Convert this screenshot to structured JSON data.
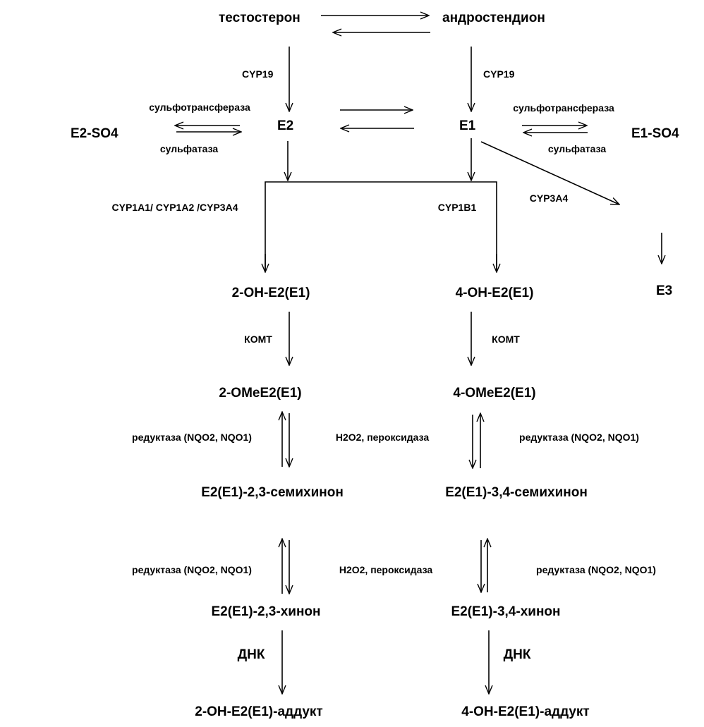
{
  "compounds": {
    "testosterone": "тестостерон",
    "androstenedione": "андростендион",
    "e2": "E2",
    "e1": "E1",
    "e2_so4": "E2-SO4",
    "e1_so4": "E1-SO4",
    "e3": "E3",
    "oh2": "2-OH-E2(E1)",
    "oh4": "4-OH-E2(E1)",
    "ome2": "2-OMeE2(E1)",
    "ome4": "4-OMeE2(E1)",
    "semiquinone23": "E2(E1)-2,3-семихинон",
    "semiquinone34": "E2(E1)-3,4-семихинон",
    "quinone23": "E2(E1)-2,3-хинон",
    "quinone34": "E2(E1)-3,4-хинон",
    "adduct2": "2-OH-E2(E1)-аддукт",
    "adduct4": "4-OH-E2(E1)-аддукт"
  },
  "enzymes": {
    "cyp19_left": "CYP19",
    "cyp19_right": "CYP19",
    "sulfotransferase_left": "сульфотрансфераза",
    "sulfatase_left": "сульфатаза",
    "sulfotransferase_right": "сульфотрансфераза",
    "sulfatase_right": "сульфатаза",
    "cyp1a1_group": "CYP1A1/ CYP1A2 /CYP3A4",
    "cyp1b1": "CYP1B1",
    "cyp3a4": "CYP3A4",
    "komt_left": "КОМТ",
    "komt_right": "КОМТ",
    "reductase_1": "редуктаза (NQO2, NQO1)",
    "peroxidase_1": "H2O2, пероксидаза",
    "reductase_2": "редуктаза (NQO2, NQO1)",
    "reductase_3": "редуктаза (NQO2, NQO1)",
    "peroxidase_2": "H2O2, пероксидаза",
    "reductase_4": "редуктаза (NQO2, NQO1)",
    "dna_left": "ДНК",
    "dna_right": "ДНК"
  }
}
